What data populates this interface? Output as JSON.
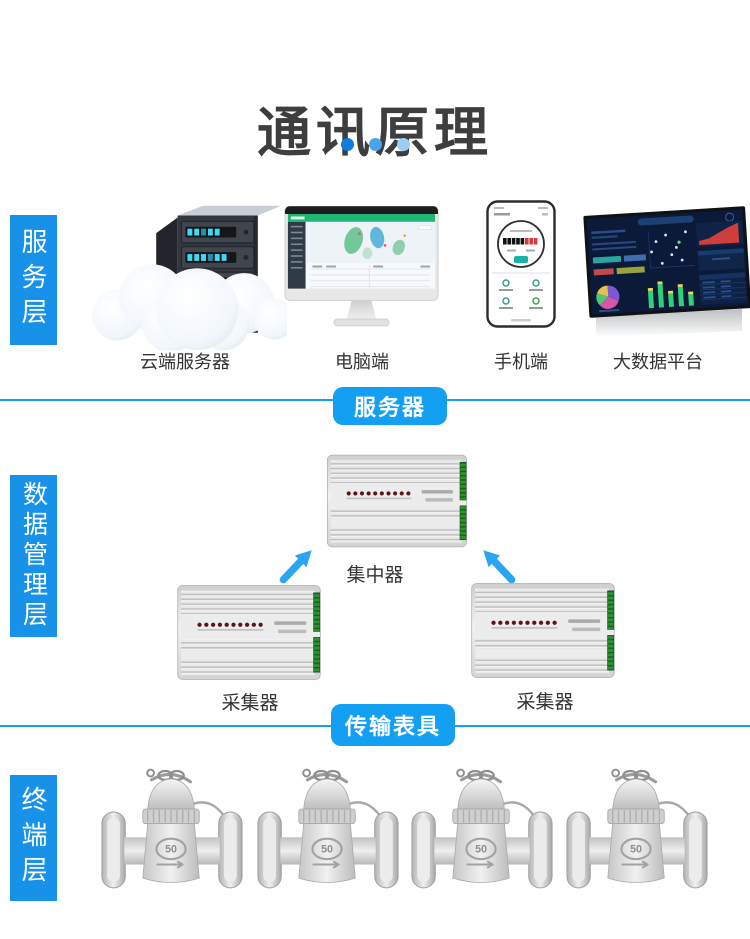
{
  "page": {
    "title": "通讯原理",
    "background": "#ffffff"
  },
  "colors": {
    "layer_tab_blue": "#1892e9",
    "banner_blue": "#13a0f3",
    "arrow_blue": "#29a5f3",
    "title_text": "#3e3e3e",
    "label_text": "#333333",
    "dot_colors": [
      "#0d7ddf",
      "#4aa4ec",
      "#9bcdf5"
    ]
  },
  "layer_labels": {
    "service": "服务层",
    "data_management": "数据管理层",
    "terminal": "终端层"
  },
  "service_row": [
    {
      "label": "云端服务器",
      "icon": "cloud-server-icon"
    },
    {
      "label": "电脑端",
      "icon": "desktop-monitor-icon"
    },
    {
      "label": "手机端",
      "icon": "smartphone-icon"
    },
    {
      "label": "大数据平台",
      "icon": "bigdata-screen-icon"
    }
  ],
  "banners": {
    "server": "服务器",
    "transmission_meters": "传输表具"
  },
  "data_management_layer": {
    "concentrator_label": "集中器",
    "collectors": [
      {
        "label": "采集器"
      },
      {
        "label": "采集器"
      }
    ]
  },
  "terminal_layer": {
    "meter_badge": "50",
    "meter_count": 4
  }
}
